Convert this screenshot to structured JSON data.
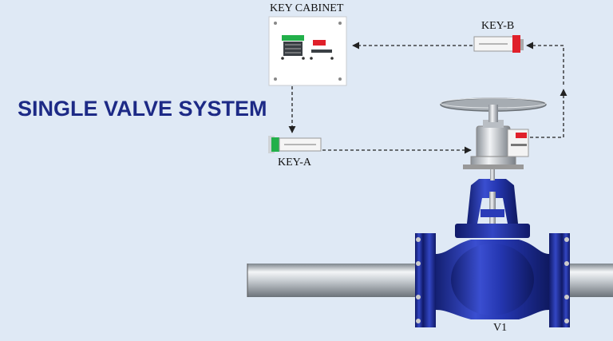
{
  "title": "SINGLE VALVE SYSTEM",
  "labels": {
    "key_cabinet": "KEY CABINET",
    "key_b": "KEY-B",
    "key_a": "KEY-A",
    "valve": "V1"
  },
  "colors": {
    "background": "#dfe9f5",
    "title": "#1d2a86",
    "valve_body": "#2233a8",
    "key_a_indicator": "#22b04a",
    "key_b_indicator": "#e0202a",
    "arrow": "#222222"
  },
  "icons": [
    "key-cabinet-icon",
    "key-a-icon",
    "key-b-icon",
    "interlock-icon",
    "handwheel-icon",
    "globe-valve-icon",
    "pipe-icon"
  ]
}
